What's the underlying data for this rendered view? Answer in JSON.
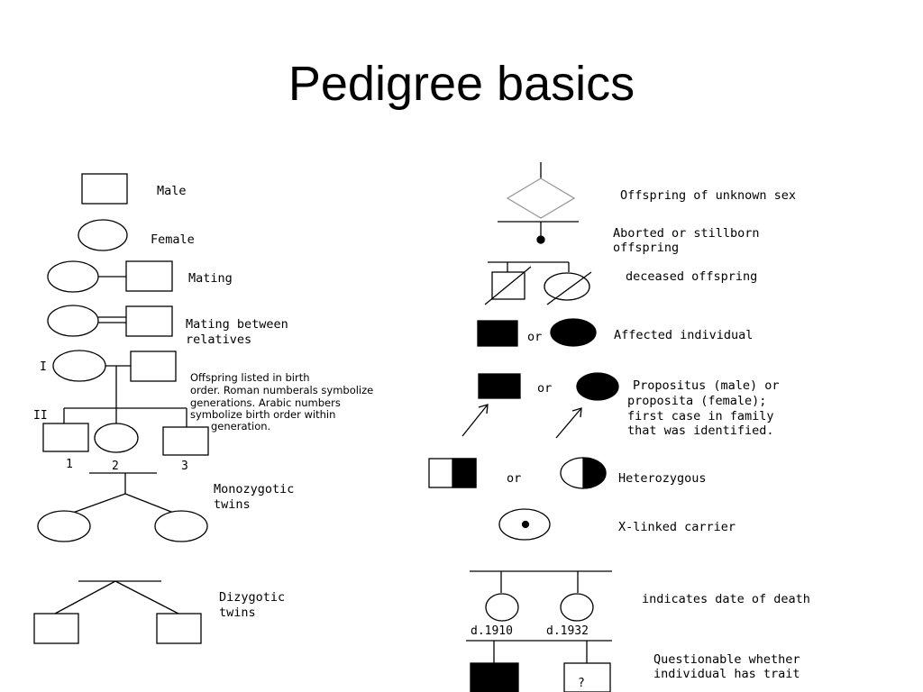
{
  "title": "Pedigree basics",
  "left": {
    "male": "Male",
    "female": "Female",
    "mating": "Mating",
    "relatives_1": "Mating between",
    "relatives_2": "relatives",
    "gen_i": "I",
    "gen_ii": "II",
    "offspring_1": "Offspring listed in birth",
    "offspring_2": "order. Roman numberals symbolize",
    "offspring_3": "generations. Arabic numbers",
    "offspring_4": "symbolize birth order within",
    "offspring_5": "generation.",
    "order_1": "1",
    "order_2": "2",
    "order_3": "3",
    "mono_1": "Monozygotic",
    "mono_2": "twins",
    "dizy_1": "Dizygotic",
    "dizy_2": "twins"
  },
  "right": {
    "unknown_sex": "Offspring of unknown sex",
    "aborted_1": "Aborted or stillborn",
    "aborted_2": "offspring",
    "deceased": "deceased offspring",
    "or": "or",
    "affected": "Affected individual",
    "prop_1": "Propositus (male) or",
    "prop_2": "proposita (female);",
    "prop_3": "first case in family",
    "prop_4": "that was identified.",
    "hetero": "Heterozygous",
    "xlinked": "X-linked carrier",
    "death_1": "d.1910",
    "death_2": "d.1932",
    "death_label": "indicates date of death",
    "quest_1": "Questionable whether",
    "quest_2": "individual has trait",
    "question_mark": "?"
  }
}
